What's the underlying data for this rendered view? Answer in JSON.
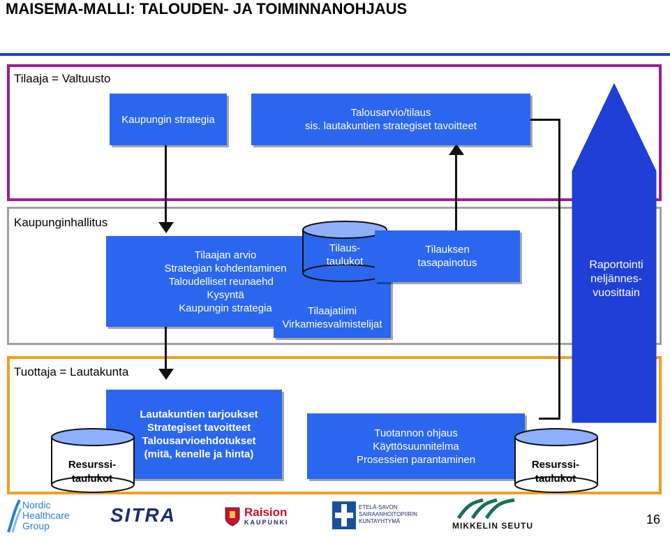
{
  "title": "MAISEMA-MALLI: TALOUDEN- JA TOIMINNANOHJAUS",
  "zones": {
    "tilaaja": "Tilaaja = Valtuusto",
    "kaupunginhallitus": "Kaupunginhallitus",
    "tuottaja": "Tuottaja = Lautakunta"
  },
  "boxes": {
    "kaupungin_strategia": "Kaupungin strategia",
    "talousarvio": [
      "Talousarvio/tilaus",
      "sis. lautakuntien strategiset tavoitteet"
    ],
    "tilaajan_arvio": [
      "Tilaajan arvio",
      "Strategian kohdentaminen",
      "Taloudelliset reunaehdot",
      "Kysyntä",
      "Kaupungin strategia"
    ],
    "tilaustaulukot": [
      "Tilaus-",
      "taulukot"
    ],
    "tilaajatiimi": [
      "Tilaajatiimi",
      "Virkamiesvalmistelijat"
    ],
    "tilauksen_tasapainotus": [
      "Tilauksen",
      "tasapainotus"
    ],
    "raportointi": [
      "Raportointi",
      "neljännes-",
      "vuosittain"
    ],
    "lautakuntien_tarjoukset": [
      "Lautakuntien tarjoukset",
      "Strategiset tavoitteet",
      "Talousarvioehdotukset",
      "(mitä, kenelle ja hinta)"
    ],
    "tuotannon_ohjaus": [
      "Tuotannon ohjaus",
      "Käyttösuunnitelma",
      "Prosessien parantaminen"
    ],
    "resurssitaulukot_left": [
      "Resurssi-",
      "taulukot"
    ],
    "resurssitaulukot_right": [
      "Resurssi-",
      "taulukot"
    ]
  },
  "footer": {
    "logo_nordic": [
      "Nordic",
      "Healthcare",
      "Group"
    ],
    "logo_sitra": "SITRA",
    "logo_raision": [
      "Raision",
      "KAUPUNKI"
    ],
    "logo_etela": [
      "ETELÄ-SAVON",
      "SAIRAANHOITOPIIRIN",
      "KUNTAYHTYMÄ"
    ],
    "logo_mikkelin": "MIKKELIN SEUTU",
    "page_number": "16"
  },
  "colors": {
    "zone_purple": "#9b1f8f",
    "zone_gray": "#a0a0a0",
    "zone_orange": "#f0a020",
    "box_blue": "#2b66ef",
    "arrow_blue": "#1f3fd6"
  }
}
